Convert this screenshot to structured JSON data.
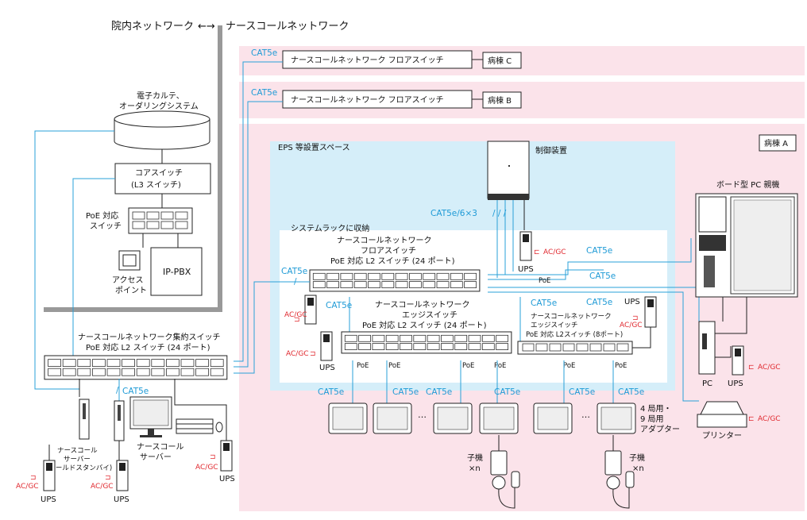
{
  "header": {
    "left_label": "院内ネットワーク",
    "right_label": "ナースコールネットワーク"
  },
  "labels": {
    "cat5e": "CAT5e",
    "cat5e_6x3": "CAT5e/6×3",
    "poe": "PoE",
    "ups": "UPS",
    "acgc": "AC/GC"
  },
  "wards": {
    "c": "病棟 C",
    "b": "病棟 B",
    "a": "病棟 A"
  },
  "floor_switch_label": "ナースコールネットワーク フロアスイッチ",
  "hospital_net": {
    "emr_line1": "電子カルテ、",
    "emr_line2": "オーダリングシステム",
    "core_line1": "コアスイッチ",
    "core_line2": "(L3 スイッチ)",
    "poe_line1": "PoE 対応",
    "poe_line2": "スイッチ",
    "ap_line1": "アクセス",
    "ap_line2": "ポイント",
    "pbx": "IP-PBX"
  },
  "eps": {
    "title": "EPS 等設置スペース",
    "control": "制御装置",
    "rack": "システムラックに収納",
    "floor_l1": "ナースコールネットワーク",
    "floor_l2": "フロアスイッチ",
    "floor_l3": "PoE 対応 L2 スイッチ (24 ポート)",
    "edge_l1": "ナースコールネットワーク",
    "edge_l2": "エッジスイッチ",
    "edge_l3": "PoE 対応 L2 スイッチ (24 ポート)",
    "edge8_l1": "ナースコールネットワーク",
    "edge8_l2": "エッジスイッチ",
    "edge8_l3": "PoE 対応 L2スイッチ (8ポート)"
  },
  "aggregate": {
    "line1": "ナースコールネットワーク集約スイッチ",
    "line2": "PoE 対応 L2 スイッチ (24 ポート)"
  },
  "servers": {
    "cold_l1": "ナースコール",
    "cold_l2": "サーバー",
    "cold_l3": "(コールドスタンバイ)",
    "main_l1": "ナースコール",
    "main_l2": "サーバー"
  },
  "board_pc": "ボード型 PC 親機",
  "pc": "PC",
  "printer": "プリンター",
  "adapter_l1": "4 局用・",
  "adapter_l2": "9 局用",
  "adapter_l3": "アダプター",
  "child_l1": "子機",
  "child_l2": "×n",
  "ellipsis": "…",
  "colors": {
    "ward_bg": "#fbe3ea",
    "eps_bg": "#d5eef9",
    "cable": "#2aa0d8",
    "power_red": "#e0282e",
    "wall_gray": "#999999"
  }
}
